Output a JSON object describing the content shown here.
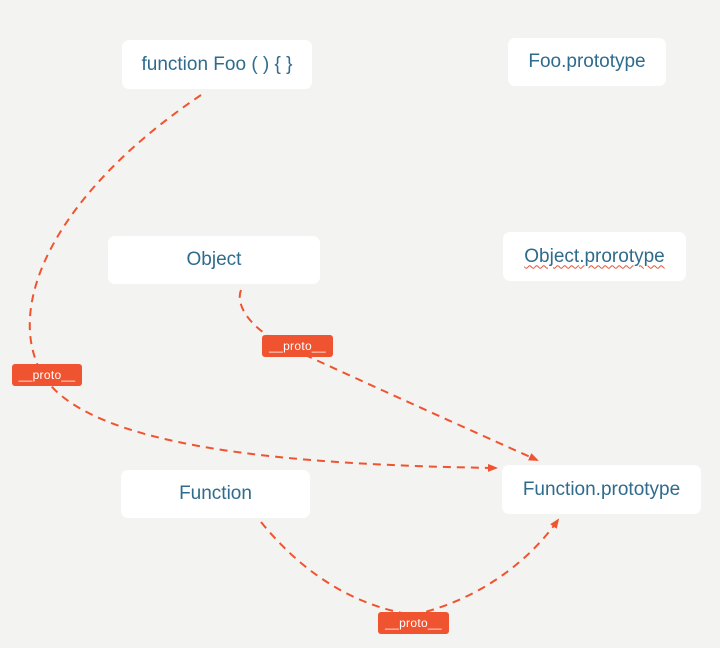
{
  "nodes": {
    "foo_function": "function Foo ( ) { }",
    "foo_prototype": "Foo.prototype",
    "object": "Object",
    "object_prototype_word1": "Object",
    "object_prototype_word2": ".prorotype",
    "function": "Function",
    "function_prototype": "Function.prototype"
  },
  "edges": [
    {
      "from": "function Foo ( ) { }",
      "to": "Function.prototype",
      "label": "__proto__"
    },
    {
      "from": "Object",
      "to": "Function.prototype",
      "label": "__proto__"
    },
    {
      "from": "Function",
      "to": "Function.prototype",
      "label": "__proto__"
    }
  ],
  "colors": {
    "background": "#f3f3f1",
    "node_fill": "#ffffff",
    "node_text": "#2f6b8c",
    "edge": "#f0532f",
    "badge_fill": "#f0532f",
    "badge_text": "#ffffff"
  }
}
